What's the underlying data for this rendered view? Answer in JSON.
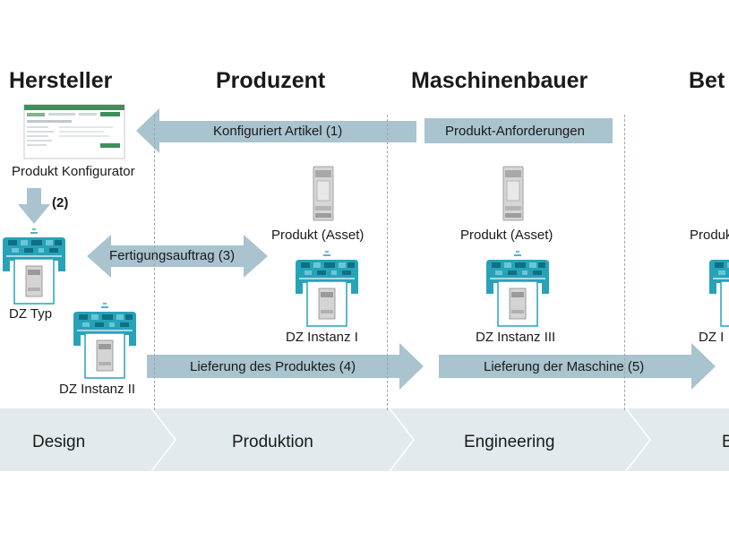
{
  "columns": [
    {
      "title": "Hersteller"
    },
    {
      "title": "Produzent"
    },
    {
      "title": "Maschinenbauer"
    },
    {
      "title": "Bet"
    }
  ],
  "flows": {
    "konfiguriert": "Konfiguriert Artikel (1)",
    "anforderungen": "Produkt-Anforderungen",
    "step2": "(2)",
    "fertigung": "Fertigungsauftrag (3)",
    "lieferung_produkt": "Lieferung des Produktes (4)",
    "lieferung_maschine": "Lieferung der Maschine (5)"
  },
  "labels": {
    "konfigurator": "Produkt Konfigurator",
    "dz_typ": "DZ Typ",
    "dz_instanz_2": "DZ Instanz II",
    "produkt_asset_1": "Produkt (Asset)",
    "dz_instanz_1": "DZ Instanz I",
    "produkt_asset_2": "Produkt (Asset)",
    "dz_instanz_3": "DZ Instanz III",
    "produkt_partial": "Produk",
    "dz_partial": "DZ I"
  },
  "phases": [
    {
      "label": "Design"
    },
    {
      "label": "Produktion"
    },
    {
      "label": "Engineering"
    },
    {
      "label": "B"
    }
  ],
  "colors": {
    "arrow": "#a9c3cf",
    "phase": "#e2eaee",
    "teal": "#27a3b8",
    "device": "#d9d9d9"
  }
}
